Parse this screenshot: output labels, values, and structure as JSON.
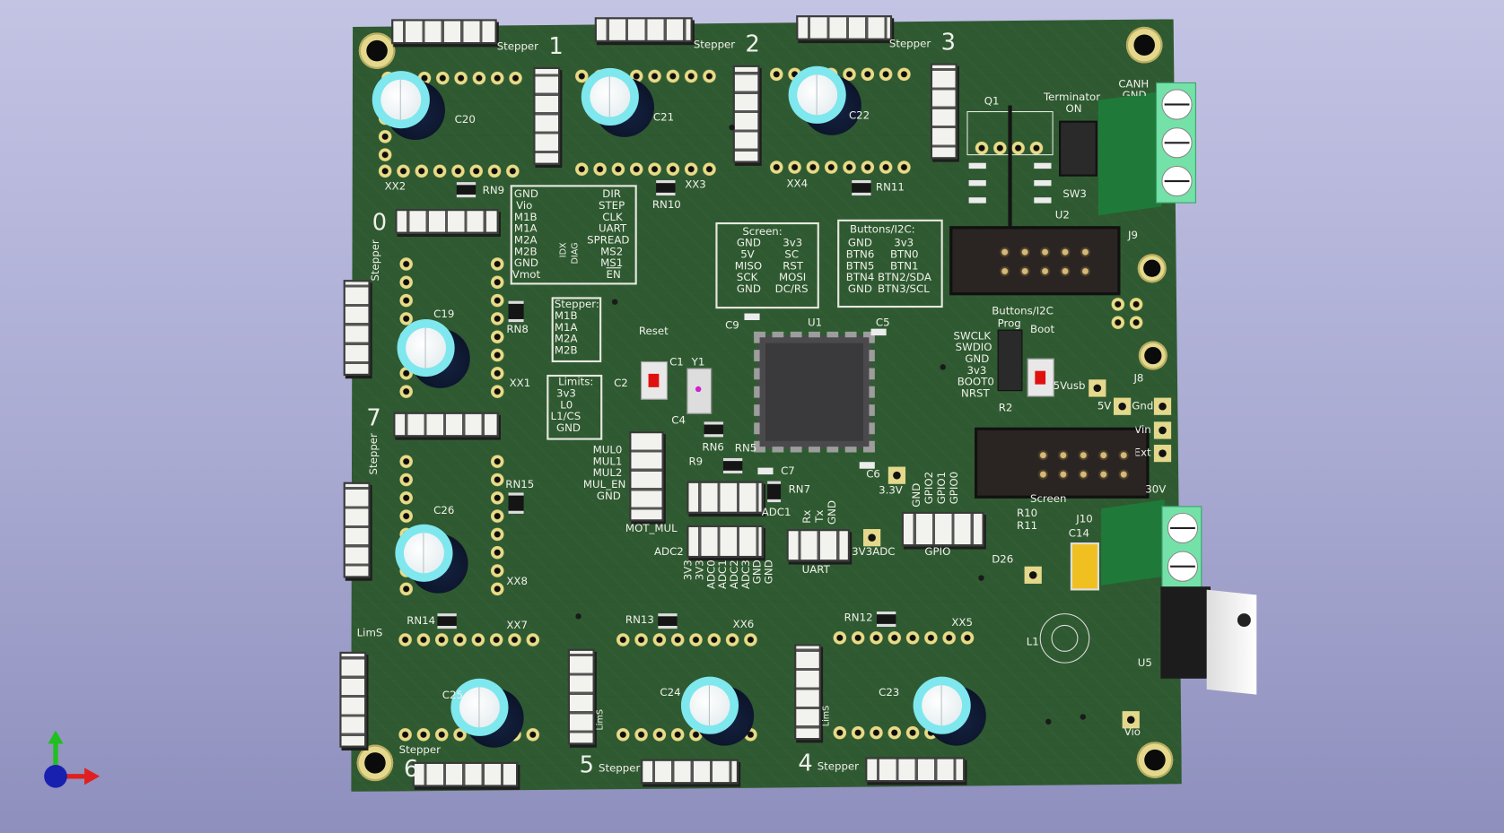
{
  "view": {
    "title": "KiCad 3D Viewer - PCB render"
  },
  "silkscreen": {
    "stepper1": "Stepper",
    "n1": "1",
    "stepper2": "Stepper",
    "n2": "2",
    "stepper3": "Stepper",
    "n3": "3",
    "stepper0": "Stepper",
    "n0": "0",
    "stepper7": "Stepper",
    "n7": "7",
    "stepper6": "Stepper",
    "n6": "6",
    "stepper5": "Stepper",
    "n5": "5",
    "stepper4": "Stepper",
    "n4": "4",
    "c20": "C20",
    "c21": "C21",
    "c22": "C22",
    "c19": "C19",
    "c26": "C26",
    "c25": "C25",
    "c24": "C24",
    "c23": "C23",
    "xx1": "XX1",
    "xx2": "XX2",
    "xx3": "XX3",
    "xx4": "XX4",
    "xx5": "XX5",
    "xx6": "XX6",
    "xx7": "XX7",
    "xx8": "XX8",
    "rn5": "RN5",
    "rn6": "RN6",
    "rn7": "RN7",
    "rn8": "RN8",
    "rn9": "RN9",
    "rn10": "RN10",
    "rn11": "RN11",
    "rn12": "RN12",
    "rn13": "RN13",
    "rn14": "RN14",
    "rn15": "RN15",
    "q1": "Q1",
    "u1": "U1",
    "u2": "U2",
    "u5": "U5",
    "sw3": "SW3",
    "j8": "J8",
    "j9": "J9",
    "j10": "J10",
    "l1": "L1",
    "d26": "D26",
    "c1": "C1",
    "c2": "C2",
    "c4": "C4",
    "c5": "C5",
    "c6": "C6",
    "c7": "C7",
    "c9": "C9",
    "c14": "C14",
    "y1": "Y1",
    "r2": "R2",
    "r9": "R9",
    "r10": "R10",
    "r11": "R11",
    "reset": "Reset",
    "terminator": "Terminator",
    "on": "ON",
    "canh": "CANH",
    "gnd_can": "GND",
    "buttons_i2c": "Buttons/I2C",
    "prog": "Prog",
    "boot": "Boot",
    "prog_pins": [
      "SWCLK",
      "SWDIO",
      "GND",
      "3v3",
      "BOOT0",
      "NRST"
    ],
    "v5usb": "5Vusb",
    "v5": "5V",
    "gnd": "Gnd",
    "vin": "Vin",
    "ext": "Ext",
    "v30": "30V",
    "v33": "3.3V",
    "v3v3adc": "3V3ADC",
    "vio": "Vio",
    "screen": "Screen",
    "lims_l": "LimS",
    "lims_5": "LimS",
    "lims_4": "LimS",
    "adc1": "ADC1",
    "adc2": "ADC2",
    "uart": "UART",
    "gpio": "GPIO",
    "mot_mul": "MOT_MUL",
    "mul": [
      "MUL0",
      "MUL1",
      "MUL2",
      "MUL_EN",
      "GND"
    ],
    "uart_pins": [
      "Rx",
      "Tx",
      "GND"
    ],
    "gpio_pins": [
      "GND",
      "GPIO2",
      "GPIO1",
      "GPIO0"
    ],
    "adc_pins": [
      "3V3",
      "3V3",
      "ADC0",
      "ADC1",
      "ADC2",
      "ADC3",
      "GND",
      "GND"
    ],
    "driver_left": [
      "GND",
      "Vio",
      "M1B",
      "M1A",
      "M2A",
      "M2B",
      "GND",
      "Vmot"
    ],
    "driver_right": [
      "DIR",
      "STEP",
      "CLK",
      "UART",
      "SPREAD",
      "MS2",
      "MS1",
      "EN"
    ],
    "idx": "IDX",
    "diag": "DIAG",
    "screen_box": {
      "title": "Screen:",
      "left": [
        "GND",
        "5V",
        "MISO",
        "SCK",
        "GND"
      ],
      "right": [
        "3v3",
        "SC",
        "RST",
        "MOSI",
        "DC/RS"
      ]
    },
    "buttons_box": {
      "title": "Buttons/I2C:",
      "left": [
        "GND",
        "BTN6",
        "BTN5",
        "BTN4",
        "GND"
      ],
      "right": [
        "3v3",
        "BTN0",
        "BTN1",
        "BTN2/SDA",
        "BTN3/SCL"
      ]
    },
    "stepper_box": {
      "title": "Stepper:",
      "rows": [
        "M1B",
        "M1A",
        "M2A",
        "M2B"
      ]
    },
    "limits_box": {
      "title": "Limits:",
      "rows": [
        "3v3",
        "L0",
        "L1/CS",
        "GND"
      ]
    }
  },
  "colors": {
    "board": "#2f5a31",
    "silk": "#f0f0ea",
    "pad": "#e9db86",
    "capacitor_top": "#7fe7ee",
    "terminal": "#74e2a8",
    "background": "#b4b5da"
  }
}
